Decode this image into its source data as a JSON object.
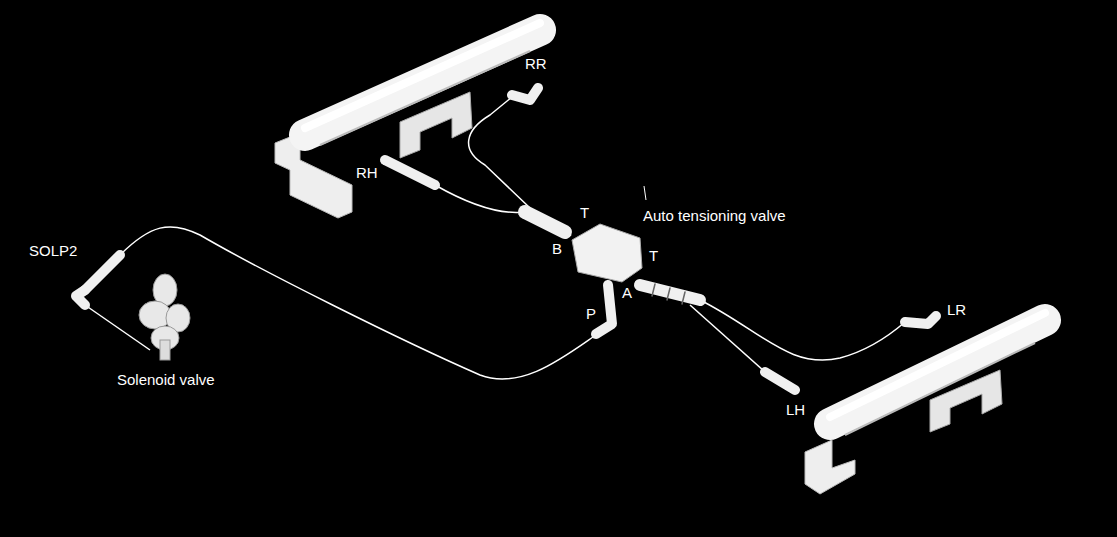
{
  "diagram": {
    "labels": [
      "RR",
      "RH",
      "T",
      "Auto tensioning valve",
      "SOLP2",
      "B",
      "T",
      "A",
      "P",
      "LR",
      "LH",
      "Solenoid valve"
    ]
  }
}
